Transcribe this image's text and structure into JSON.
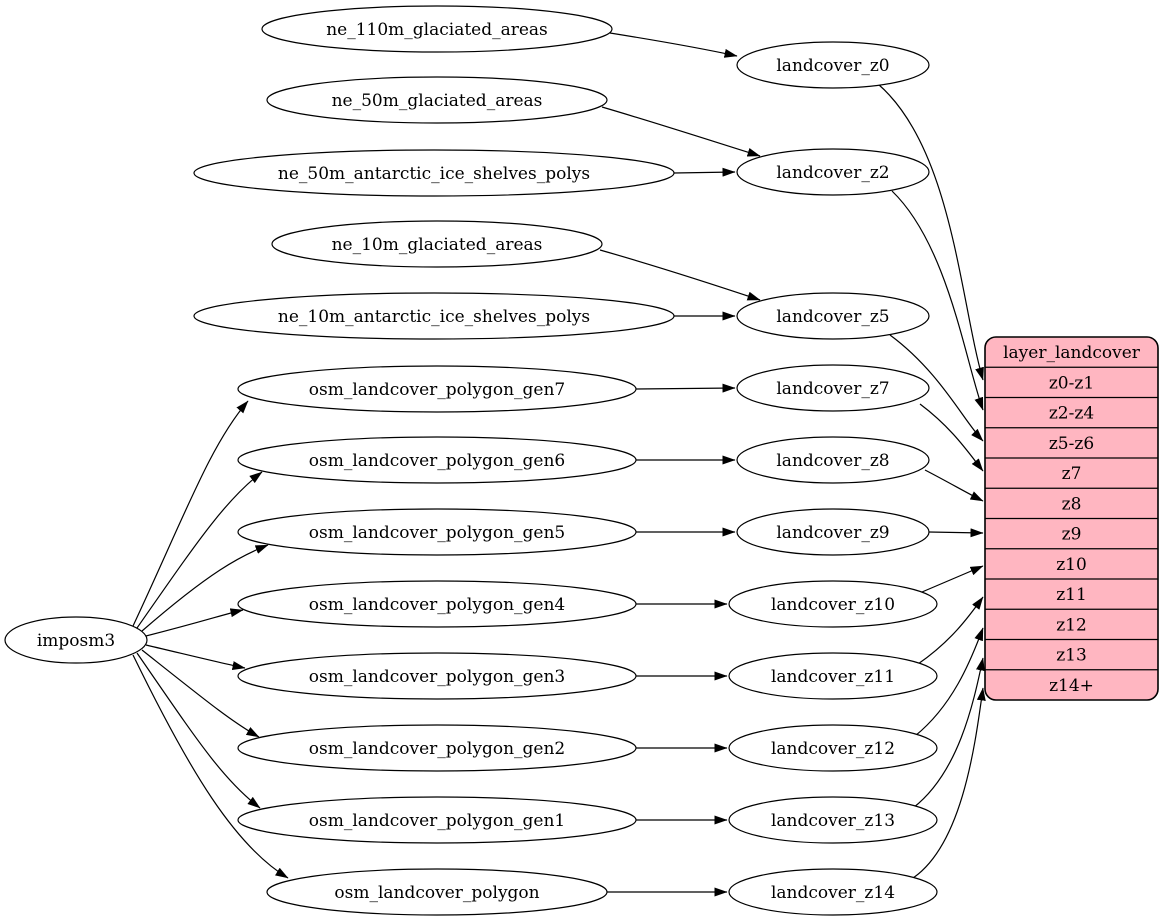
{
  "diagram_type": "graphviz-dependency-flow",
  "colors": {
    "background": "#ffffff",
    "node_fill": "#ffffff",
    "node_stroke": "#000000",
    "edge_stroke": "#000000",
    "record_fill": "#ffb6c1",
    "text": "#000000"
  },
  "nodes": {
    "imposm3": "imposm3",
    "sources": [
      "ne_110m_glaciated_areas",
      "ne_50m_glaciated_areas",
      "ne_50m_antarctic_ice_shelves_polys",
      "ne_10m_glaciated_areas",
      "ne_10m_antarctic_ice_shelves_polys",
      "osm_landcover_polygon_gen7",
      "osm_landcover_polygon_gen6",
      "osm_landcover_polygon_gen5",
      "osm_landcover_polygon_gen4",
      "osm_landcover_polygon_gen3",
      "osm_landcover_polygon_gen2",
      "osm_landcover_polygon_gen1",
      "osm_landcover_polygon"
    ],
    "intermediate": [
      "landcover_z0",
      "landcover_z2",
      "landcover_z5",
      "landcover_z7",
      "landcover_z8",
      "landcover_z9",
      "landcover_z10",
      "landcover_z11",
      "landcover_z12",
      "landcover_z13",
      "landcover_z14"
    ]
  },
  "record": {
    "title": "layer_landcover",
    "rows": [
      "z0-z1",
      "z2-z4",
      "z5-z6",
      "z7",
      "z8",
      "z9",
      "z10",
      "z11",
      "z12",
      "z13",
      "z14+"
    ]
  },
  "edges": [
    {
      "from": "imposm3",
      "to": "osm_landcover_polygon_gen7"
    },
    {
      "from": "imposm3",
      "to": "osm_landcover_polygon_gen6"
    },
    {
      "from": "imposm3",
      "to": "osm_landcover_polygon_gen5"
    },
    {
      "from": "imposm3",
      "to": "osm_landcover_polygon_gen4"
    },
    {
      "from": "imposm3",
      "to": "osm_landcover_polygon_gen3"
    },
    {
      "from": "imposm3",
      "to": "osm_landcover_polygon_gen2"
    },
    {
      "from": "imposm3",
      "to": "osm_landcover_polygon_gen1"
    },
    {
      "from": "imposm3",
      "to": "osm_landcover_polygon"
    },
    {
      "from": "ne_110m_glaciated_areas",
      "to": "landcover_z0"
    },
    {
      "from": "ne_50m_glaciated_areas",
      "to": "landcover_z2"
    },
    {
      "from": "ne_50m_antarctic_ice_shelves_polys",
      "to": "landcover_z2"
    },
    {
      "from": "ne_10m_glaciated_areas",
      "to": "landcover_z5"
    },
    {
      "from": "ne_10m_antarctic_ice_shelves_polys",
      "to": "landcover_z5"
    },
    {
      "from": "osm_landcover_polygon_gen7",
      "to": "landcover_z7"
    },
    {
      "from": "osm_landcover_polygon_gen6",
      "to": "landcover_z8"
    },
    {
      "from": "osm_landcover_polygon_gen5",
      "to": "landcover_z9"
    },
    {
      "from": "osm_landcover_polygon_gen4",
      "to": "landcover_z10"
    },
    {
      "from": "osm_landcover_polygon_gen3",
      "to": "landcover_z11"
    },
    {
      "from": "osm_landcover_polygon_gen2",
      "to": "landcover_z12"
    },
    {
      "from": "osm_landcover_polygon_gen1",
      "to": "landcover_z13"
    },
    {
      "from": "osm_landcover_polygon",
      "to": "landcover_z14"
    },
    {
      "from": "landcover_z0",
      "to": "layer_landcover",
      "port": "z0-z1"
    },
    {
      "from": "landcover_z2",
      "to": "layer_landcover",
      "port": "z2-z4"
    },
    {
      "from": "landcover_z5",
      "to": "layer_landcover",
      "port": "z5-z6"
    },
    {
      "from": "landcover_z7",
      "to": "layer_landcover",
      "port": "z7"
    },
    {
      "from": "landcover_z8",
      "to": "layer_landcover",
      "port": "z8"
    },
    {
      "from": "landcover_z9",
      "to": "layer_landcover",
      "port": "z9"
    },
    {
      "from": "landcover_z10",
      "to": "layer_landcover",
      "port": "z10"
    },
    {
      "from": "landcover_z11",
      "to": "layer_landcover",
      "port": "z11"
    },
    {
      "from": "landcover_z12",
      "to": "layer_landcover",
      "port": "z12"
    },
    {
      "from": "landcover_z13",
      "to": "layer_landcover",
      "port": "z13"
    },
    {
      "from": "landcover_z14",
      "to": "layer_landcover",
      "port": "z14+"
    }
  ]
}
